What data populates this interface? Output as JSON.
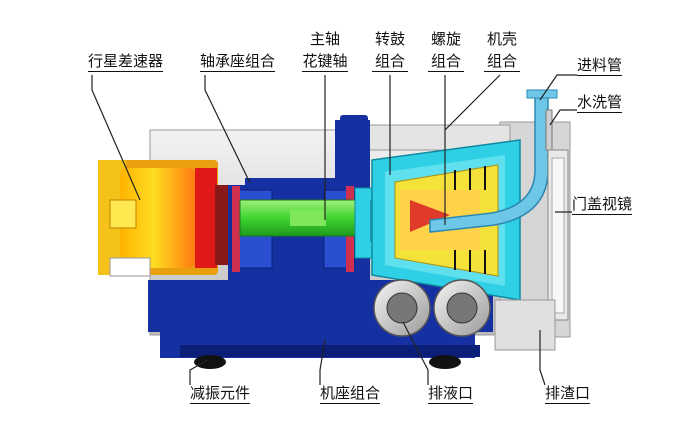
{
  "labels": {
    "planetary_gearbox": "行星差速器",
    "bearing_housing": "轴承座组合",
    "main_shaft_line1": "主轴",
    "main_shaft_line2": "花键轴",
    "drum_line1": "转鼓",
    "drum_line2": "组合",
    "screw_line1": "螺旋",
    "screw_line2": "组合",
    "casing_line1": "机壳",
    "casing_line2": "组合",
    "feed_pipe": "进料管",
    "wash_pipe": "水洗管",
    "door_sight_glass": "门盖视镜",
    "damper": "减振元件",
    "base": "机座组合",
    "liquid_outlet": "排液口",
    "solids_outlet": "排渣口"
  },
  "colors": {
    "frame": "#1530a0",
    "frame_dark": "#0c1f78",
    "gearbox_red": "#e01818",
    "gearbox_yellow": "#ffd21a",
    "shaft_green": "#44dd33",
    "drum_cyan": "#2fd0e6",
    "screw_yellow": "#f4e13a",
    "feed_pipe": "#6fc7e8",
    "casing_grey": "#c8c8c8",
    "leader": "#222222"
  }
}
